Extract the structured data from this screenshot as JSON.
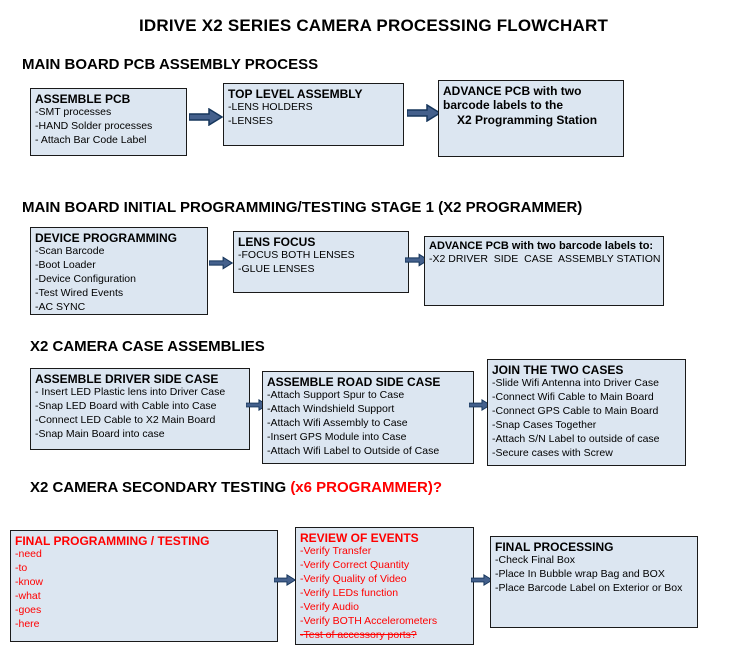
{
  "title": "IDRIVE X2  SERIES CAMERA PROCESSING FLOWCHART",
  "colors": {
    "box_fill": "#dce6f1",
    "box_border": "#1a1a1a",
    "red_text": "#ff0000",
    "arrow": "#44608c"
  },
  "sections": [
    {
      "heading": "MAIN BOARD PCB ASSEMBLY PROCESS",
      "boxes": [
        {
          "title": "ASSEMBLE PCB",
          "items": [
            "-SMT processes",
            "-HAND Solder processes",
            "- Attach Bar Code Label"
          ]
        },
        {
          "title": "TOP LEVEL ASSEMBLY",
          "items": [
            "-LENS HOLDERS",
            "-LENSES"
          ]
        },
        {
          "title": "ADVANCE PCB with two barcode labels to the",
          "items": [
            "X2 Programming Station"
          ]
        }
      ]
    },
    {
      "heading": "MAIN BOARD INITIAL PROGRAMMING/TESTING STAGE 1 (X2 PROGRAMMER)",
      "boxes": [
        {
          "title": "DEVICE PROGRAMMING",
          "items": [
            "-Scan Barcode",
            "-Boot Loader",
            "-Device Configuration",
            "-Test Wired Events",
            "-AC SYNC"
          ]
        },
        {
          "title": "LENS FOCUS",
          "items": [
            "-FOCUS BOTH LENSES",
            "-GLUE LENSES"
          ]
        },
        {
          "title": "ADVANCE PCB with two barcode labels to:",
          "items": [
            "-X2 DRIVER  SIDE  CASE  ASSEMBLY STATION"
          ]
        }
      ]
    },
    {
      "heading": "X2 CAMERA CASE ASSEMBLIES",
      "boxes": [
        {
          "title": "ASSEMBLE DRIVER SIDE CASE",
          "items": [
            "- Insert LED Plastic lens into Driver Case",
            "-Snap LED Board with Cable into Case",
            "-Connect LED Cable to X2 Main Board",
            "-Snap Main Board into case"
          ]
        },
        {
          "title": "ASSEMBLE ROAD SIDE CASE",
          "items": [
            "-Attach Support Spur to Case",
            "-Attach Windshield Support",
            "-Attach Wifi Assembly to Case",
            "-Insert GPS Module into Case",
            "-Attach Wifi Label to Outside of Case"
          ]
        },
        {
          "title": "JOIN THE TWO CASES",
          "items": [
            "-Slide Wifi Antenna into Driver Case",
            "-Connect Wifi Cable to Main Board",
            "-Connect GPS Cable to Main Board",
            "-Snap Cases Together",
            "-Attach S/N Label to outside of case",
            "-Secure cases with Screw"
          ]
        }
      ]
    },
    {
      "heading": "X2 CAMERA SECONDARY TESTING ",
      "heading_red": "(x6 PROGRAMMER)?",
      "boxes": [
        {
          "title": "FINAL PROGRAMMING / TESTING",
          "items": [
            "-need",
            "-to",
            "-know",
            "-what",
            "-goes",
            "-here"
          ]
        },
        {
          "title": "REVIEW OF EVENTS",
          "items": [
            "-Verify Transfer",
            "-Verify Correct Quantity",
            "-Verify Quality of Video",
            "-Verify LEDs function",
            "-Verify Audio",
            "-Verify BOTH Accelerometers",
            "-Test of accessory ports?"
          ]
        },
        {
          "title": "FINAL PROCESSING",
          "items": [
            "-Check Final Box",
            "-Place In Bubble wrap Bag and BOX",
            "-Place Barcode Label on Exterior or Box"
          ]
        }
      ]
    }
  ]
}
